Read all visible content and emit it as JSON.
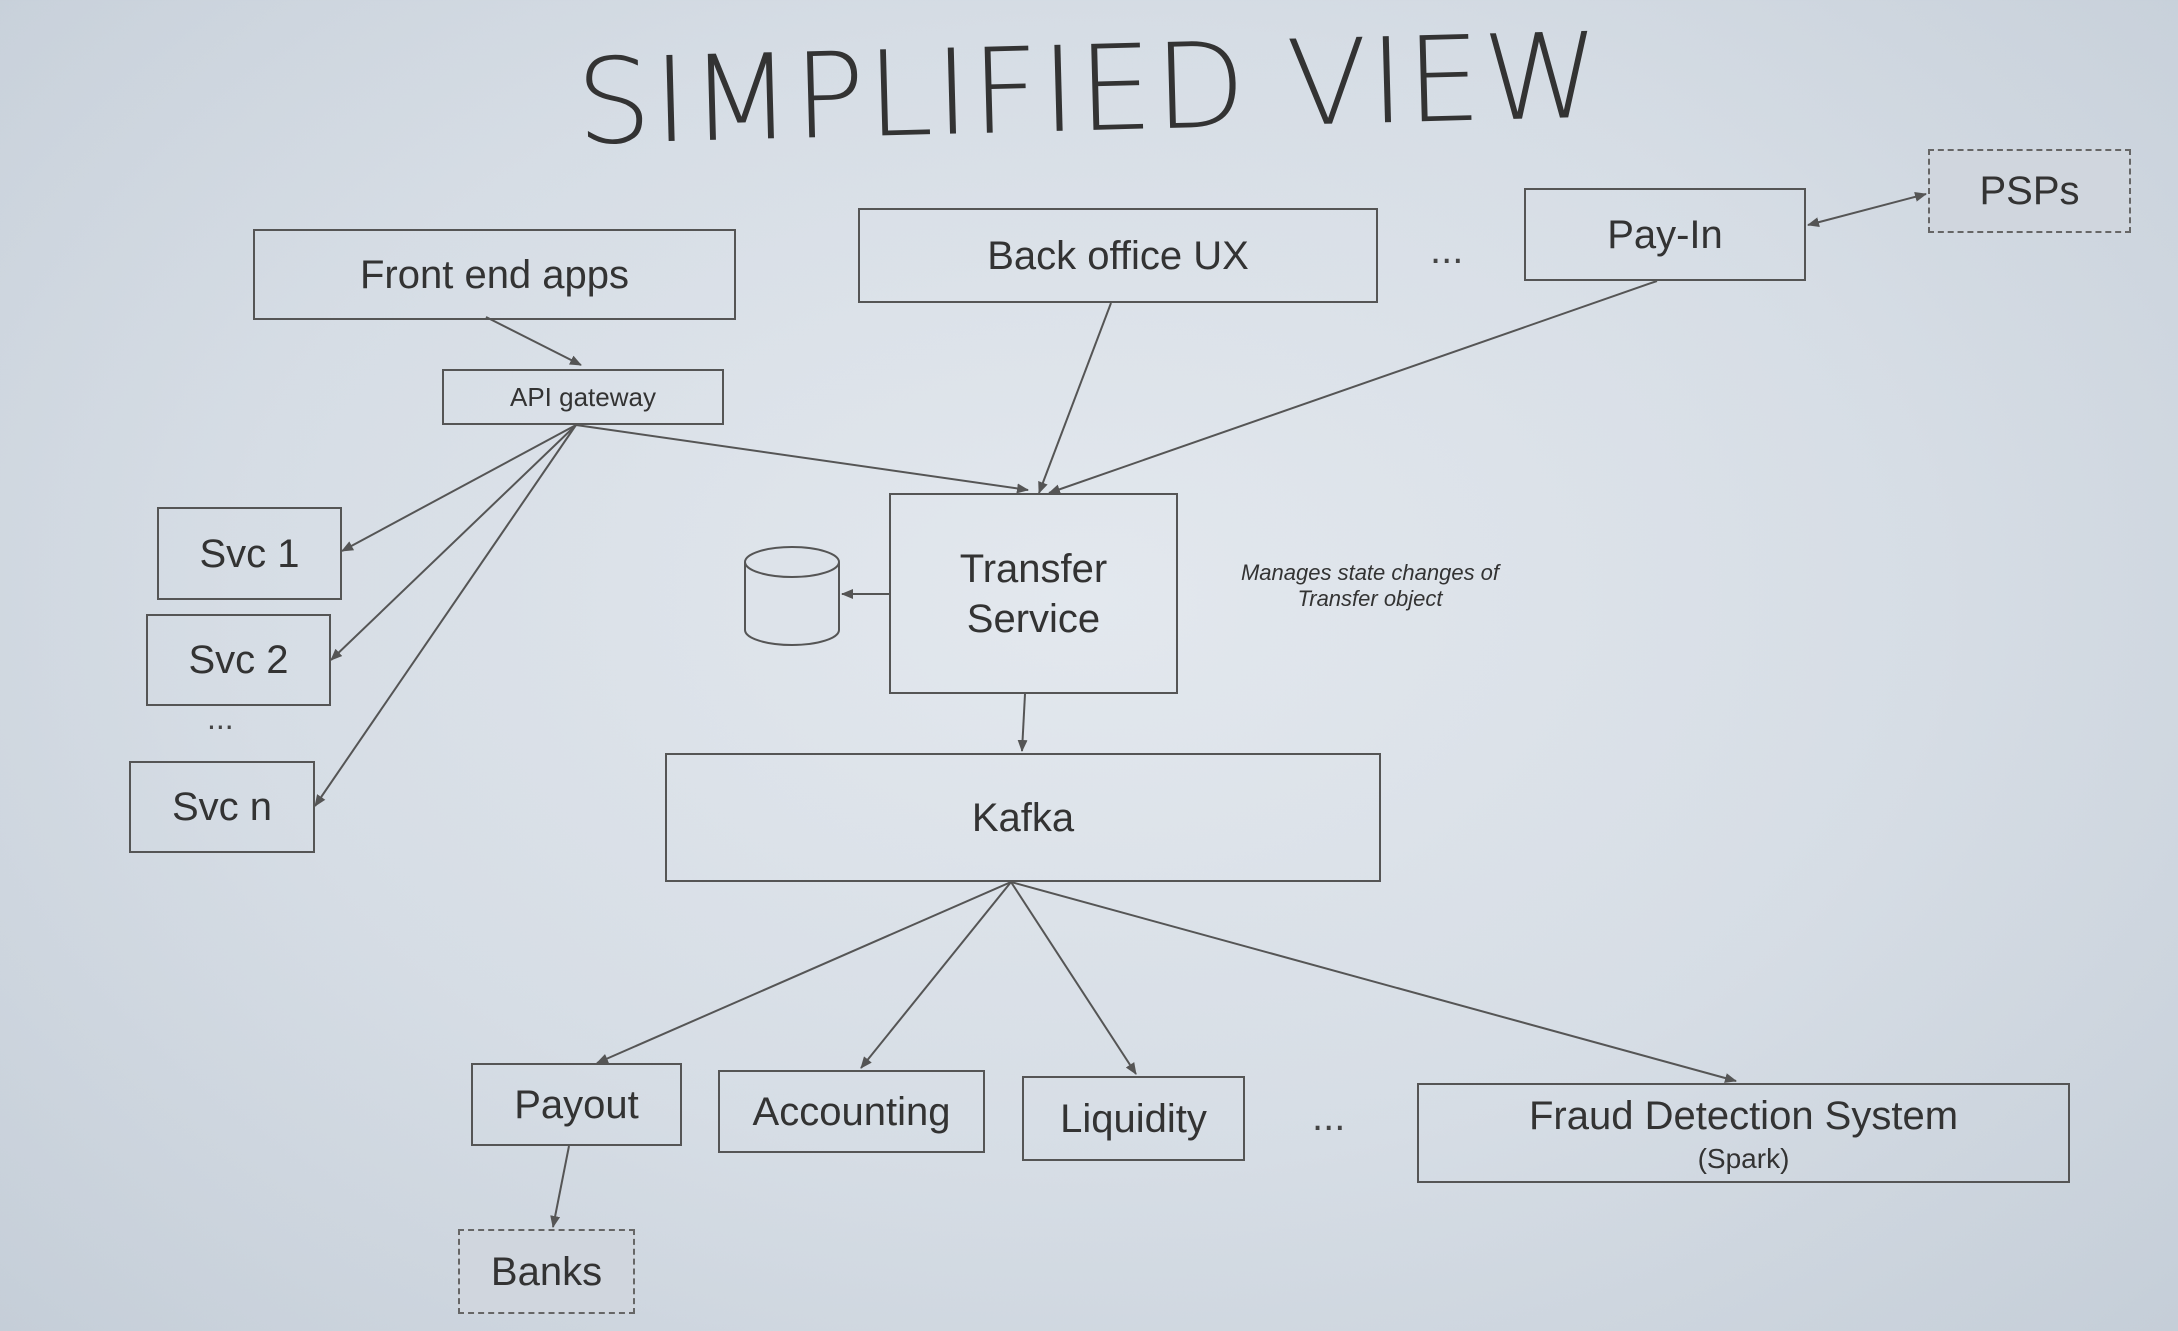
{
  "title": "SIMPLIFIED VIEW",
  "nodes": {
    "front_end_apps": "Front end apps",
    "back_office_ux": "Back office UX",
    "top_ellipsis": "...",
    "pay_in": "Pay-In",
    "psps": "PSPs",
    "api_gateway": "API gateway",
    "svc1": "Svc 1",
    "svc2": "Svc 2",
    "svc_ellipsis": "...",
    "svcn": "Svc n",
    "transfer_service_line1": "Transfer",
    "transfer_service_line2": "Service",
    "kafka": "Kafka",
    "payout": "Payout",
    "accounting": "Accounting",
    "liquidity": "Liquidity",
    "bottom_ellipsis": "...",
    "fraud": "Fraud Detection System",
    "fraud_sub": "(Spark)",
    "banks": "Banks"
  },
  "annotation": {
    "line1": "Manages state changes of",
    "line2": "Transfer object"
  }
}
